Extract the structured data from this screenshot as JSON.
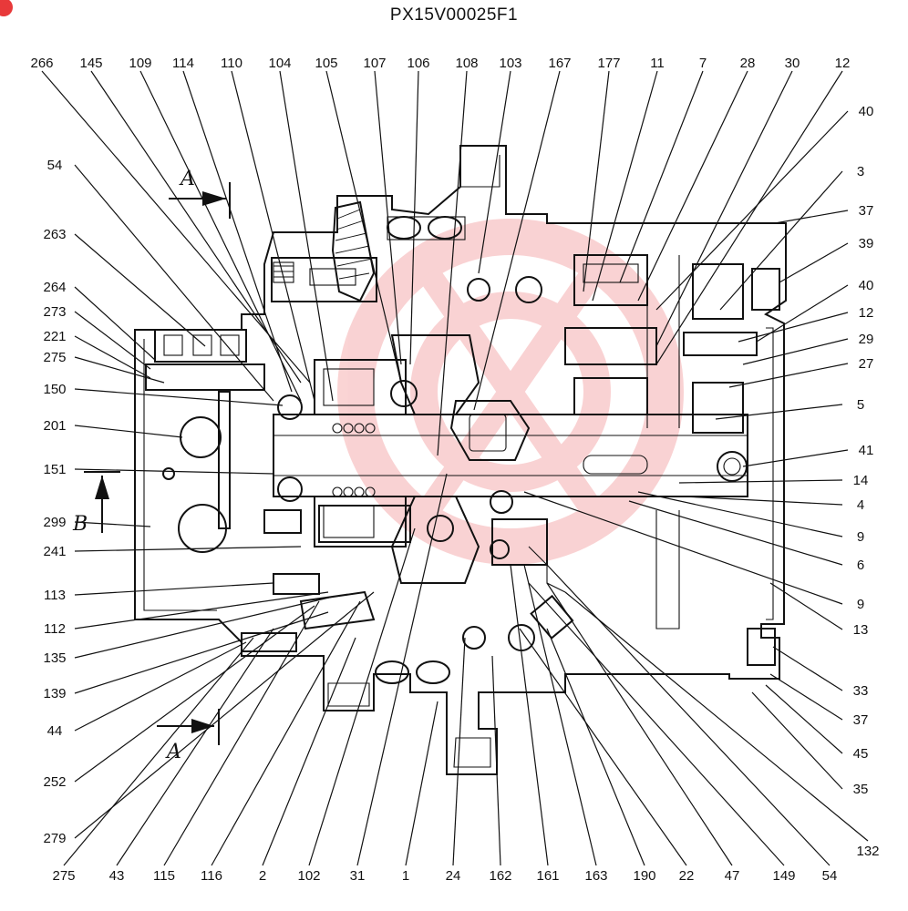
{
  "title": "PX15V00025F1",
  "section_marks": {
    "a_top": "A",
    "a_bottom": "A",
    "b_side": "B"
  },
  "colors": {
    "line": "#111111",
    "watermark": "#e8393a",
    "background": "#ffffff"
  },
  "callouts": {
    "top": [
      "266",
      "145",
      "109",
      "114",
      "110",
      "104",
      "105",
      "107",
      "106",
      "108",
      "103",
      "167",
      "177",
      "11",
      "7",
      "28",
      "30",
      "12"
    ],
    "left": [
      "54",
      "263",
      "264",
      "273",
      "221",
      "275",
      "150",
      "201",
      "151",
      "299",
      "241",
      "113",
      "112",
      "135",
      "139",
      "44",
      "252",
      "279"
    ],
    "bottom": [
      "275",
      "43",
      "115",
      "116",
      "2",
      "102",
      "31",
      "1",
      "24",
      "162",
      "161",
      "163",
      "190",
      "22",
      "47",
      "149",
      "54",
      "132"
    ],
    "right": [
      "40",
      "3",
      "37",
      "39",
      "40",
      "12",
      "29",
      "27",
      "5",
      "41",
      "14",
      "4",
      "9",
      "6",
      "9",
      "13",
      "33",
      "37",
      "45",
      "35"
    ]
  }
}
